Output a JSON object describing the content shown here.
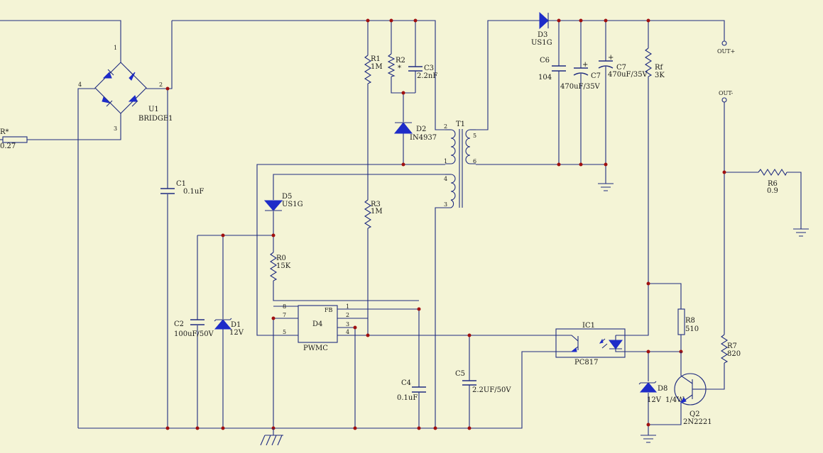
{
  "colors": {
    "background": "#F4F4D6",
    "wire": "#1F2B80",
    "junction": "#A01010",
    "device": "#1E2CC8",
    "text": "#1A1A1A"
  },
  "ports": {
    "out_plus": "OUT+",
    "out_minus": "OUT-"
  },
  "components": {
    "rstar": {
      "ref": "R*",
      "value": "0.27"
    },
    "u1": {
      "ref": "U1",
      "value": "BRIDGE1",
      "pins": [
        "1",
        "2",
        "3",
        "4"
      ]
    },
    "c1": {
      "ref": "C1",
      "value": "0.1uF"
    },
    "r1": {
      "ref": "R1",
      "value": "1M"
    },
    "r2": {
      "ref": "R2",
      "value": "*"
    },
    "c3": {
      "ref": "C3",
      "value": "2.2nF"
    },
    "d2": {
      "ref": "D2",
      "value": "IN4937"
    },
    "t1": {
      "ref": "T1",
      "pins": [
        "2",
        "1",
        "4",
        "3",
        "5",
        "6"
      ]
    },
    "d3": {
      "ref": "D3",
      "value": "US1G"
    },
    "c6": {
      "ref": "C6",
      "value": "104"
    },
    "c7a": {
      "ref": "C7",
      "value": "470uF/35V"
    },
    "c7b": {
      "ref": "C7",
      "value": "470uF/35V"
    },
    "rf": {
      "ref": "Rf",
      "value": "3K"
    },
    "d5": {
      "ref": "D5",
      "value": "US1G"
    },
    "r3": {
      "ref": "R3",
      "value": "1M"
    },
    "r0": {
      "ref": "R0",
      "value": "15K"
    },
    "c2": {
      "ref": "C2",
      "value": "100uF/50V"
    },
    "d1": {
      "ref": "D1",
      "value": "12V"
    },
    "d4": {
      "ref": "D4",
      "value": "PWMC",
      "pin_fb": "FB",
      "pins": [
        "8",
        "7",
        "5",
        "1",
        "2",
        "3",
        "4"
      ]
    },
    "c4": {
      "ref": "C4",
      "value": "0.1uF"
    },
    "c5": {
      "ref": "C5",
      "value": "2.2UF/50V"
    },
    "ic1": {
      "ref": "IC1",
      "value": "PC817"
    },
    "r8": {
      "ref": "R8",
      "value": "510"
    },
    "d8": {
      "ref": "D8",
      "value": "12V",
      "extra": "1/4W"
    },
    "q2": {
      "ref": "Q2",
      "value": "2N2221"
    },
    "r7": {
      "ref": "R7",
      "value": "820"
    },
    "r6": {
      "ref": "R6",
      "value": "0.9"
    }
  }
}
